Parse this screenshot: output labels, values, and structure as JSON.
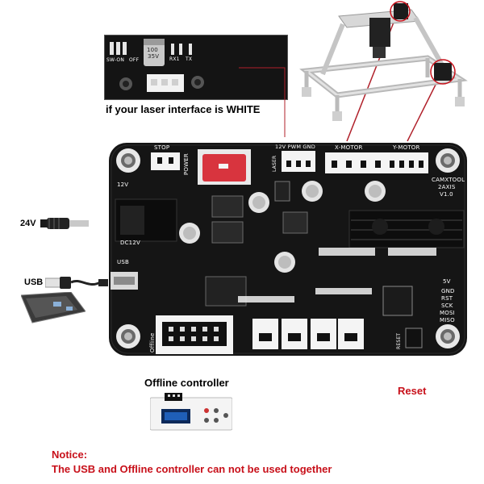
{
  "inset_caption": "if your laser interface is WHITE",
  "inset_small_labels": [
    "100",
    "35V",
    "RX1",
    "TX",
    "SW-ON",
    "OFF"
  ],
  "power_in_label": "24V",
  "usb_label": "USB",
  "board": {
    "stop": "STOP",
    "power": "POWER",
    "pwm": "12V PWM GND",
    "laser": "LASER",
    "x_motor": "X-MOTOR",
    "y_motor": "Y-MOTOR",
    "brand": "CAMXTOOL",
    "model": "2AXIS",
    "version": "V1.0",
    "v12": "12V",
    "dc12v": "DC12V",
    "usb": "USB",
    "offline": "Offline",
    "reset": "RESET",
    "isp": [
      "5V",
      "GND",
      "RST",
      "SCK",
      "MOSI",
      "MISO"
    ]
  },
  "offline_caption": "Offline controller",
  "reset_caption": "Reset",
  "notice_title": "Notice:",
  "notice_text": "The USB and Offline controller can not be used together",
  "colors": {
    "pcb": "#151515",
    "rocker": "#d8343e",
    "caption_red": "#c8101a",
    "leader": "#b0202a"
  }
}
